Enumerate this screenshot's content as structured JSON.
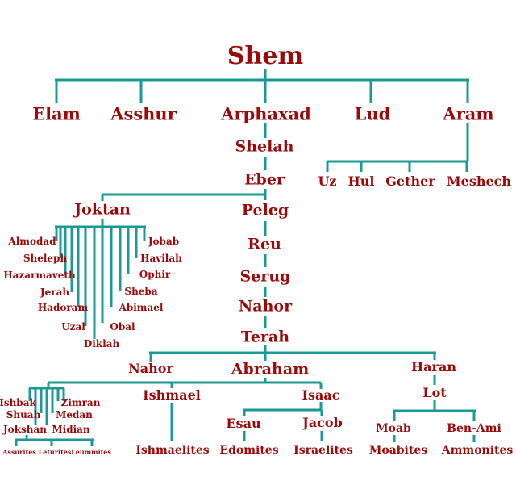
{
  "colors": {
    "line": "#199a94",
    "text": "#9b0a0a",
    "background": "#ffffff"
  },
  "root": "Shem",
  "sons_of_shem": [
    "Elam",
    "Asshur",
    "Arphaxad",
    "Lud",
    "Aram"
  ],
  "line_of_arphaxad": [
    "Shelah",
    "Eber",
    "Peleg",
    "Reu",
    "Serug",
    "Nahor",
    "Terah"
  ],
  "sons_of_aram": [
    "Uz",
    "Hul",
    "Gether",
    "Meshech"
  ],
  "joktan": {
    "name": "Joktan",
    "sons": [
      "Almodad",
      "Sheleph",
      "Hazarmaveth",
      "Jerah",
      "Hadoram",
      "Uzal",
      "Diklah",
      "Obal",
      "Abimael",
      "Sheba",
      "Ophir",
      "Havilah",
      "Jobab"
    ]
  },
  "sons_of_terah": [
    "Nahor",
    "Abraham",
    "Haran"
  ],
  "sons_of_abraham": [
    "Ishbak",
    "Zimran",
    "Shuah",
    "Medan",
    "Jokshan",
    "Midian",
    "Ishmael",
    "Isaac"
  ],
  "descendants_of_jokshan": [
    "Assurites",
    "Leturites",
    "Leummites"
  ],
  "sons_of_isaac": [
    "Esau",
    "Jacob"
  ],
  "haran_line": {
    "son": "Lot",
    "sons_of_lot": [
      "Moab",
      "Ben-Ami"
    ]
  },
  "peoples": [
    "Ishmaelites",
    "Edomites",
    "Israelites",
    "Moabites",
    "Ammonites"
  ]
}
